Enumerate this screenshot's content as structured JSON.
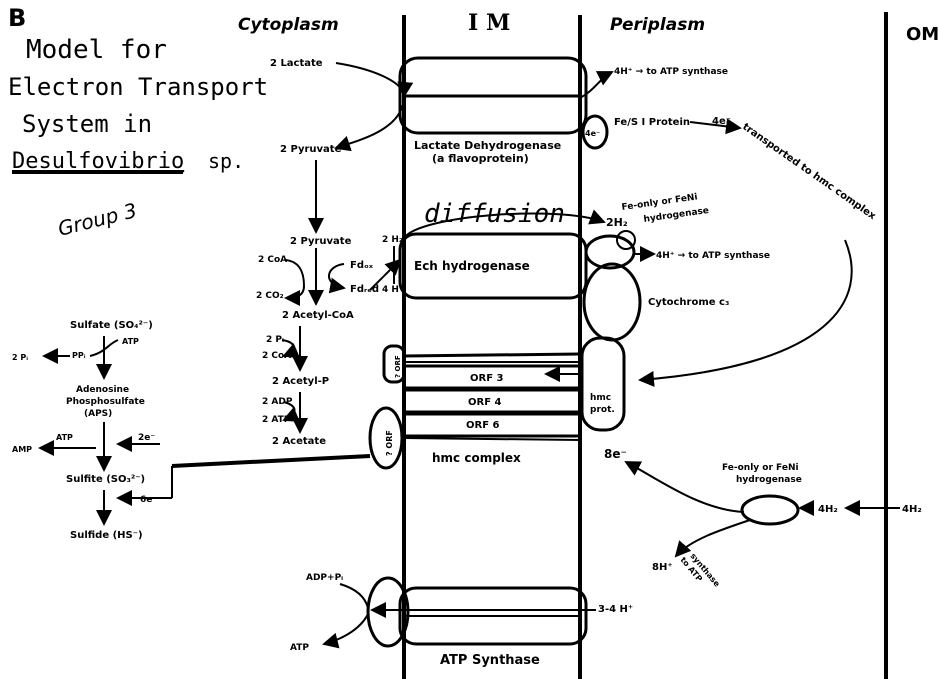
{
  "panel_letter": "B",
  "headers": {
    "cytoplasm": "Cytoplasm",
    "im": "I M",
    "periplasm": "Periplasm",
    "om": "OM"
  },
  "title": {
    "line1": "Model for",
    "line2": "Electron Transport",
    "line3": "System in",
    "line4_organism": "Desulfovibrio",
    "line4_suffix": "sp."
  },
  "group_label": "Group 3",
  "cytoplasm_pathway": {
    "lactate": "2 Lactate",
    "pyruvate_top": "2 Pyruvate",
    "pyruvate": "2 Pyruvate",
    "coa": "2 CoA",
    "co2": "2 CO₂",
    "fd_ox": "Fdₒₓ",
    "fd_red": "Fdᵣₑd",
    "acetyl_coa": "2 Acetyl-CoA",
    "pi": "2 Pᵢ",
    "coa2": "2 CoA",
    "acetyl_p": "2 Acetyl-P",
    "adp": "2 ADP",
    "atp": "2 ATP",
    "acetate": "2 Acetate",
    "h2_small": "2 H₂",
    "h_plus": "4 H⁺"
  },
  "sulfate_pathway": {
    "sulfate": "Sulfate (SO₄²⁻)",
    "atp": "ATP",
    "ppi": "PPᵢ",
    "two_pi": "2 Pᵢ",
    "adenosine_line1": "Adenosine",
    "adenosine_line2": "Phosphosulfate",
    "adenosine_line3": "(APS)",
    "amp": "AMP",
    "atp2": "ATP",
    "two_e": "2e⁻",
    "sulfite": "Sulfite (SO₃²⁻)",
    "six_e": "6e⁻",
    "sulfide": "Sulfide (HS⁻)"
  },
  "membrane": {
    "lactate_dh_line1": "Lactate Dehydrogenase",
    "lactate_dh_line2": "(a flavoprotein)",
    "diffusion": "diffusion",
    "ech": "Ech hydrogenase",
    "orf3": "ORF 3",
    "orf4": "ORF 4",
    "orf6": "ORF 6",
    "hmc_complex": "hmc complex",
    "atp_synthase": "ATP Synthase",
    "side_label_top": "? ORF",
    "side_label_bottom": "? ORF"
  },
  "periplasm": {
    "h_to_atp": "4H⁺ → to ATP synthase",
    "e_small": "4e⁻",
    "fe_protein": "Fe/S I Protein",
    "e_arrow": "4e⁻",
    "transported": "transported to hmc complex",
    "two_h2": "2H₂",
    "fe_only_line1": "Fe-only or FeNi",
    "fe_only_line2": "hydrogenase",
    "h_to_atp2": "4H⁺ → to ATP synthase",
    "cytochrome": "Cytochrome c₃",
    "hmc_prot_line1": "hmc",
    "hmc_prot_line2": "prot.",
    "eight_e": "8e⁻",
    "fe_only2_line1": "Fe-only or FeNi",
    "fe_only2_line2": "hydrogenase",
    "four_h2": "4H₂",
    "four_h2_out": "4H₂",
    "eight_h": "8H⁺",
    "to_atp_line1": "to ATP",
    "to_atp_line2": "synthase",
    "three_four_h": "3-4 H⁺"
  },
  "atp_side": {
    "adp_pi": "ADP+Pᵢ",
    "atp": "ATP"
  }
}
